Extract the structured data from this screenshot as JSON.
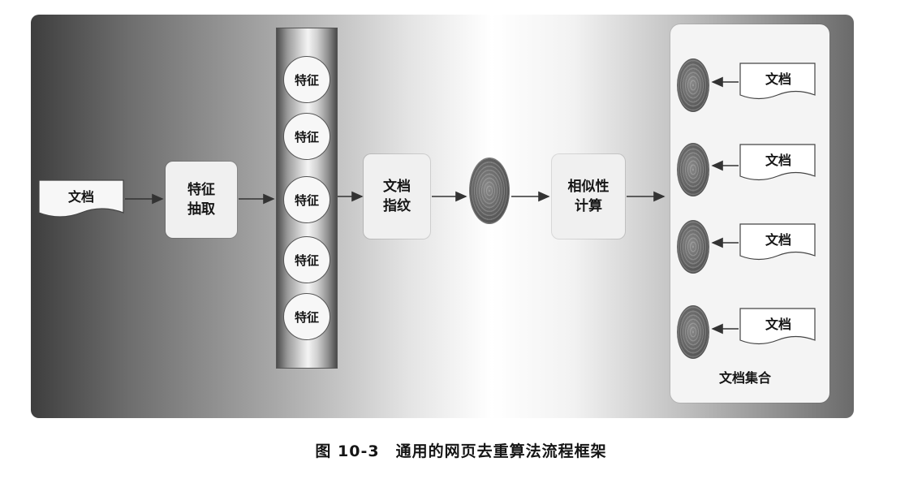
{
  "input_doc_label": "文档",
  "extract_label": "特征\n抽取",
  "features": [
    "特征",
    "特征",
    "特征",
    "特征",
    "特征"
  ],
  "fingerprint_label": "文档\n指纹",
  "similarity_label": "相似性\n计算",
  "collection_docs": [
    "文档",
    "文档",
    "文档",
    "文档"
  ],
  "collection_label": "文档集合",
  "caption": "图 10-3　通用的网页去重算法流程框架"
}
